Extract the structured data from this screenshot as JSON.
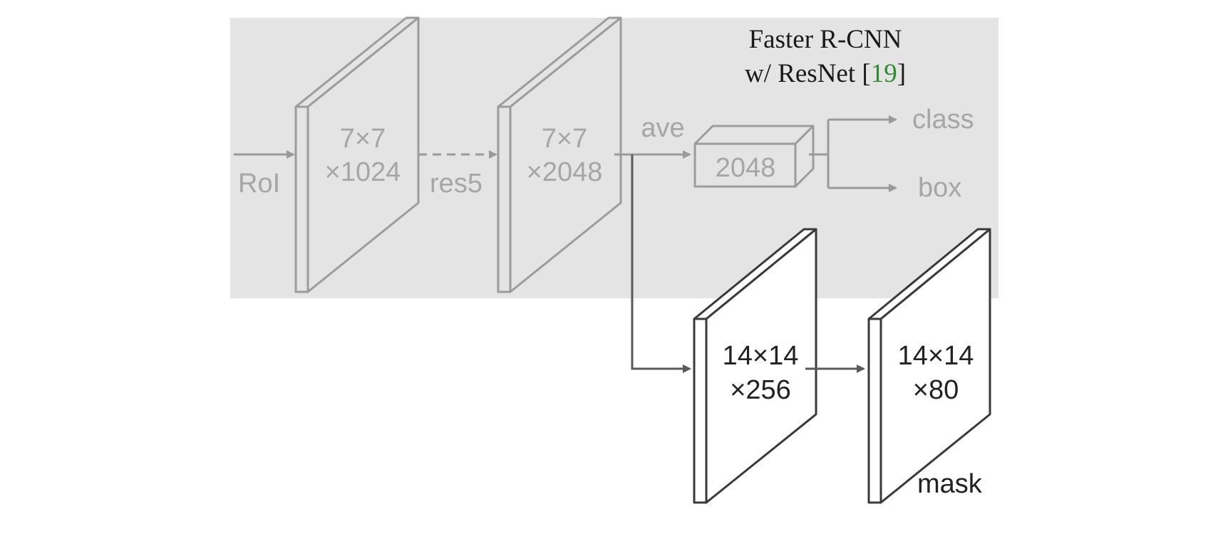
{
  "header": {
    "title_line1": "Faster R-CNN",
    "title_line2_prefix": "w/ ResNet [",
    "title_ref": "19",
    "title_line2_suffix": "]"
  },
  "nodes": {
    "roi_label": "RoI",
    "res4_line1": "7×7",
    "res4_line2": "×1024",
    "res5_label": "res5",
    "res5out_line1": "7×7",
    "res5out_line2": "×2048",
    "ave_label": "ave",
    "fc_label": "2048",
    "class_label": "class",
    "box_label": "box",
    "mask1_line1": "14×14",
    "mask1_line2": "×256",
    "mask2_line1": "14×14",
    "mask2_line2": "×80",
    "mask_label": "mask"
  },
  "colors": {
    "panel": "#e4e4e4",
    "gray_text": "#a6a6a6",
    "dark_text": "#222222",
    "citation_green": "#2e8b2e"
  }
}
